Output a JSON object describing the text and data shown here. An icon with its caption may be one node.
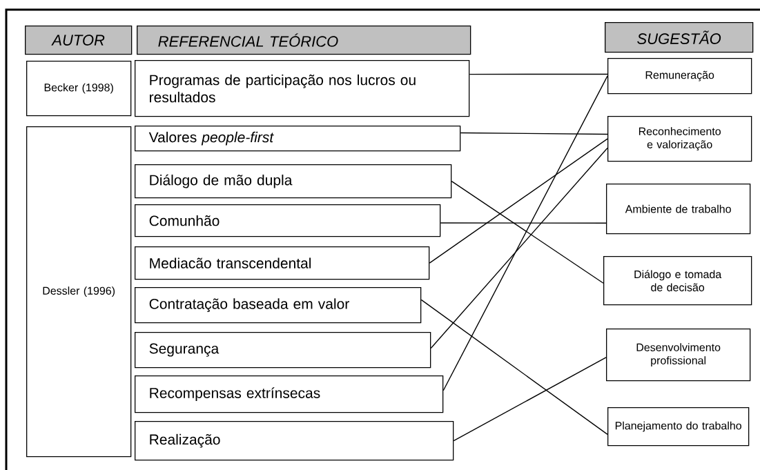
{
  "diagram": {
    "nodes": [
      {
        "text": [
          "AUTOR"
        ]
      },
      {
        "text": [
          "REFERENCIAL TEÓRICO"
        ]
      },
      {
        "text": [
          "SUGESTÃO"
        ]
      },
      {
        "text": [
          "Becker (1998)"
        ]
      },
      {
        "text": [
          "Programas de participação nos lucros ou resultados"
        ]
      },
      {
        "text": [
          "Dessler (1996)"
        ]
      },
      {
        "text": [
          "Valores *people-first*"
        ]
      },
      {
        "text": [
          "Diálogo de mão dupla"
        ]
      },
      {
        "text": [
          "Comunhão"
        ]
      },
      {
        "text": [
          "Mediacão transcendental"
        ]
      },
      {
        "text": [
          "Contratação baseada em valor"
        ]
      },
      {
        "text": [
          "Segurança"
        ]
      },
      {
        "text": [
          "Recompensas extrínsecas"
        ]
      },
      {
        "text": [
          "Realização"
        ]
      },
      {
        "text": [
          "Remuneração"
        ]
      },
      {
        "text": [
          "Reconhecimento e valorização"
        ]
      },
      {
        "text": [
          "Ambiente de trabalho"
        ]
      },
      {
        "text": [
          "Diálogo e tomada de decisão"
        ]
      },
      {
        "text": [
          "Desenvolvimento profissional"
        ]
      },
      {
        "text": [
          "Planejamento do trabalho"
        ]
      }
    ],
    "edges": [
      {
        "from": 4,
        "to": 14,
        "arrow": "none"
      },
      {
        "from": 6,
        "to": 15,
        "arrow": "none"
      },
      {
        "from": 7,
        "to": 17,
        "arrow": "none"
      },
      {
        "from": 8,
        "to": 16,
        "arrow": "none"
      },
      {
        "from": 9,
        "to": 15,
        "arrow": "none"
      },
      {
        "from": 10,
        "to": 19,
        "arrow": "none"
      },
      {
        "from": 11,
        "to": 15,
        "arrow": "none"
      },
      {
        "from": 12,
        "to": 14,
        "arrow": "none"
      },
      {
        "from": 13,
        "to": 18,
        "arrow": "none"
      }
    ]
  }
}
